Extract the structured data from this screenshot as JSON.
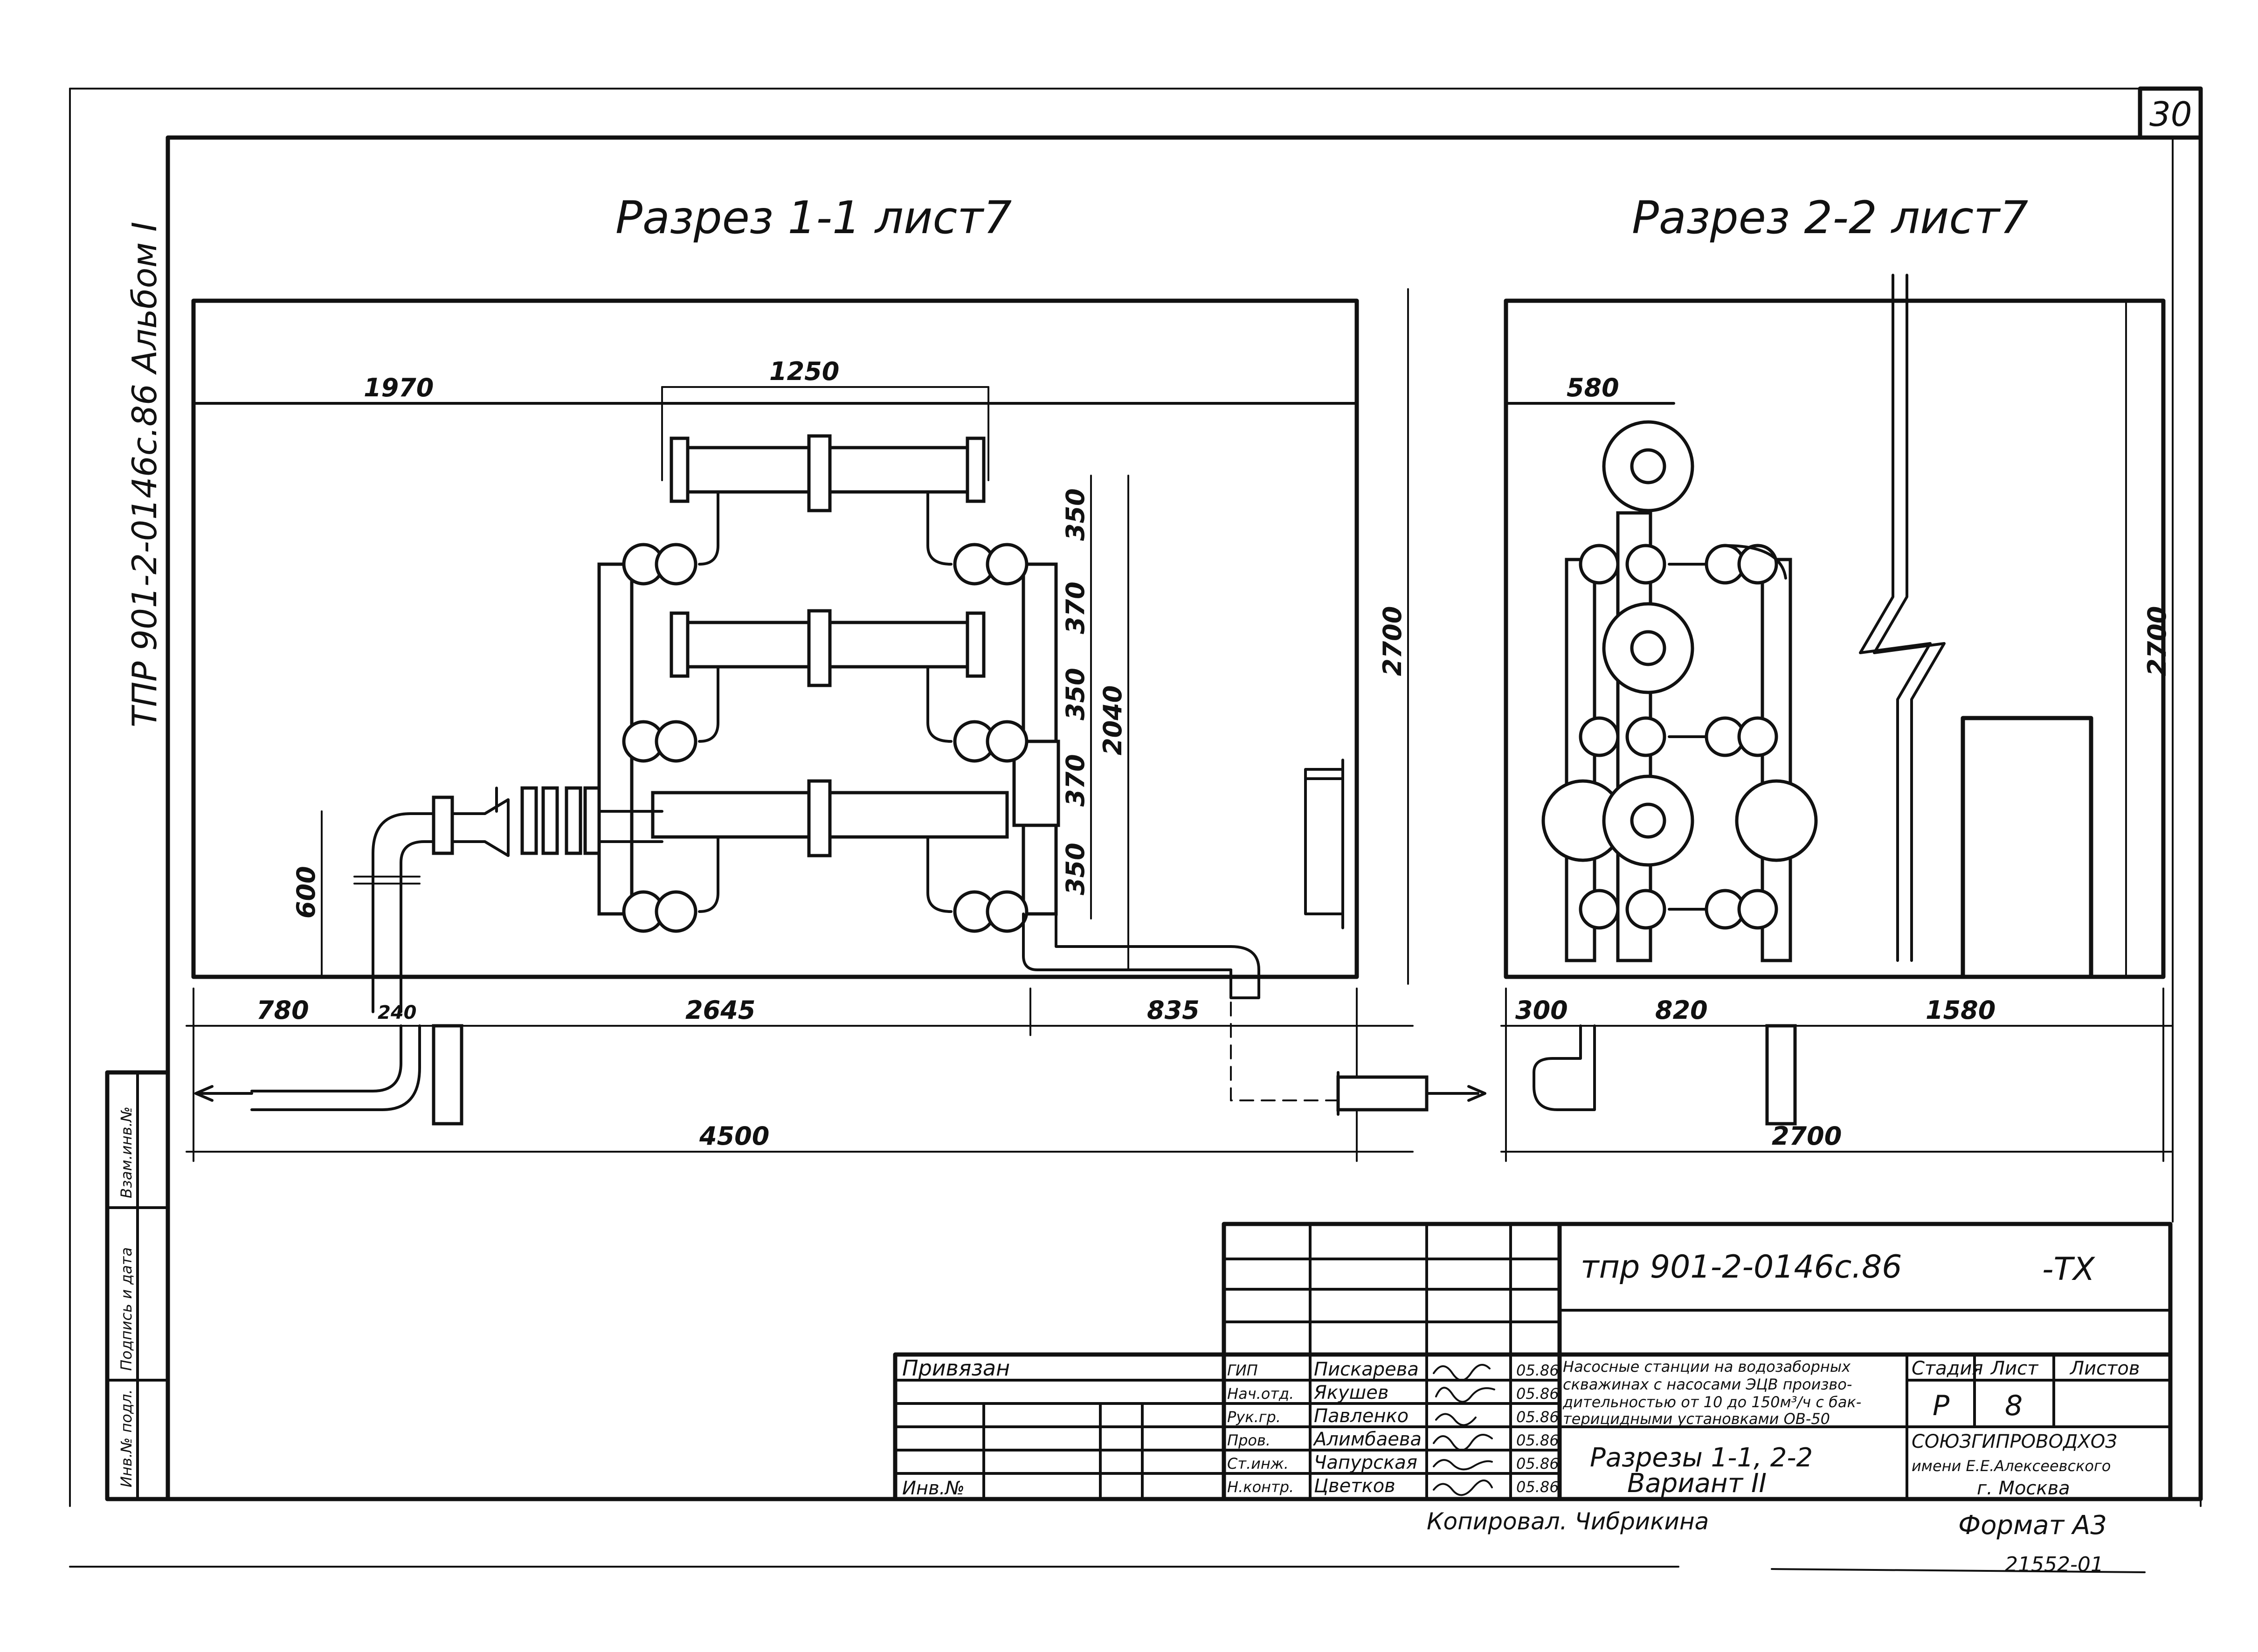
{
  "page": {
    "sheet_number": "30",
    "album_label": "ТПР 901-2-0146с.86 Альбом I",
    "side_stamps": [
      "Инв.№ подл.",
      "Подпись и дата",
      "Взам.инв.№"
    ]
  },
  "section_1": {
    "title": "Разрез 1-1  лист7",
    "dims": {
      "top_left": "1970",
      "top_mid": "1250",
      "v_left": "600",
      "v_stack": [
        "350",
        "370",
        "350",
        "370",
        "350"
      ],
      "v_total": "2040",
      "v_height": "2700",
      "bottom_a": "780",
      "bottom_b": "240",
      "bottom_c": "2645",
      "bottom_d": "835",
      "overall": "4500"
    }
  },
  "section_2": {
    "title": "Разрез 2-2  лист7",
    "dims": {
      "top_left": "580",
      "v_height": "2700",
      "bottom_a": "300",
      "bottom_b": "820",
      "bottom_c": "1580",
      "overall": "2700"
    }
  },
  "title_block": {
    "doc_code": "тпр 901-2-0146с.86",
    "doc_suffix": "-ТХ",
    "privyazan": "Привязан",
    "inv_no": "Инв.№",
    "roles": [
      "ГИП",
      "Нач.отд.",
      "Рук.гр.",
      "Пров.",
      "Ст.инж.",
      "Н.контр."
    ],
    "names": [
      "Пискарева",
      "Якушев",
      "Павленко",
      "Алимбаева",
      "Чапурская",
      "Цветков"
    ],
    "dates": [
      "05.86",
      "05.86",
      "05.86",
      "05.86",
      "05.86",
      "05.86"
    ],
    "project_desc_lines": [
      "Насосные станции на водозаборных",
      "скважинах с насосами ЭЦВ произво-",
      "дительностью от 10 до 150м³/ч с бак-",
      "терицидными установками ОВ-50"
    ],
    "sheet_title_1": "Разрезы 1-1, 2-2",
    "sheet_title_2": "Вариант II",
    "stage_label": "Стадия",
    "sheet_label": "Лист",
    "sheets_label": "Листов",
    "stage_value": "Р",
    "sheet_value": "8",
    "org_line_1": "СОЮЗГИПРОВОДХОЗ",
    "org_line_2": "имени Е.Е.Алексеевского",
    "org_line_3": "г. Москва"
  },
  "footer": {
    "copied_by": "Копировал. Чибрикина",
    "format": "Формат А3",
    "archive_no": "21552-01"
  }
}
